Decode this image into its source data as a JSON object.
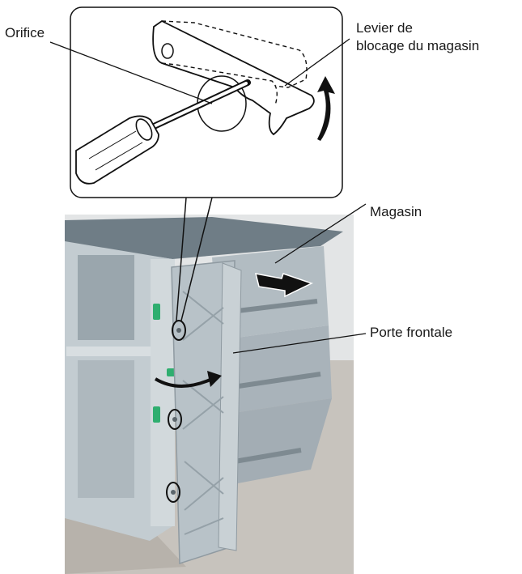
{
  "labels": {
    "orifice": "Orifice",
    "lever_line1": "Levier de",
    "lever_line2": "blocage du magasin",
    "tray": "Magasin",
    "front_door": "Porte frontale"
  },
  "colors": {
    "machine_top": "#6f7d86",
    "machine_side": "#a9b4bb",
    "door_panel": "#b8c2c8",
    "tray_face": "#b2bcc2",
    "floor": "#c7c3bd",
    "wall": "#e3e5e6",
    "green_handle": "#2fae6f",
    "arrow": "#111111"
  }
}
